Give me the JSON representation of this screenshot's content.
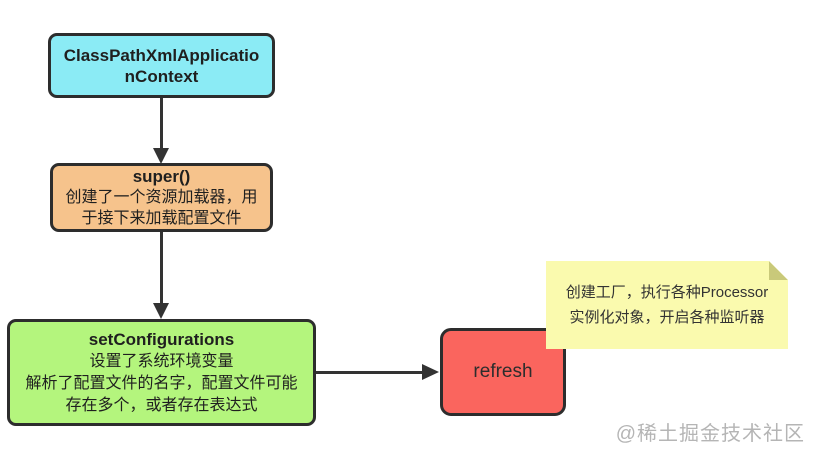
{
  "diagram": {
    "nodes": {
      "class_context": {
        "lines": [
          "ClassPathXmlApplicatio",
          "nContext"
        ]
      },
      "super_call": {
        "title": "super()",
        "lines": [
          "创建了一个资源加载器，用",
          "于接下来加载配置文件"
        ]
      },
      "set_configurations": {
        "title": "setConfigurations",
        "lines": [
          "设置了系统环境变量",
          "解析了配置文件的名字，配置文件可能",
          "存在多个，或者存在表达式"
        ]
      },
      "refresh": {
        "label": "refresh"
      }
    },
    "note": {
      "lines": [
        "创建工厂，执行各种Processor",
        "实例化对象，开启各种监听器"
      ]
    },
    "watermark": "@稀土掘金技术社区",
    "colors": {
      "class_context_fill": "#8bebf5",
      "super_fill": "#f6c38c",
      "set_configurations_fill": "#b4f57d",
      "refresh_fill": "#fa655e",
      "note_fill": "#fafaae",
      "note_fold": "#c9c97a",
      "node_border": "#2d2d2d",
      "arrow": "#333333"
    }
  }
}
